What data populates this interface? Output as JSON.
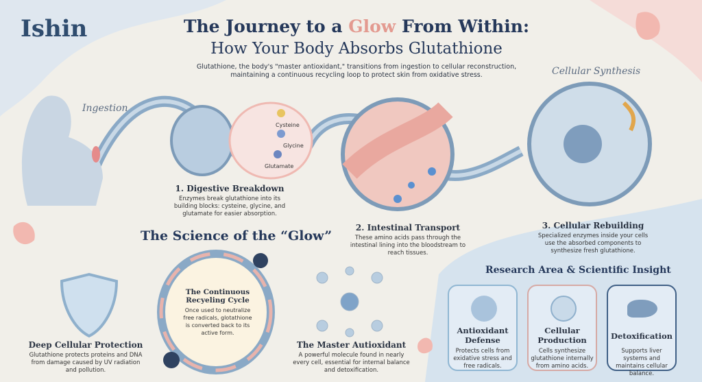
{
  "brand": "Ishin",
  "title": {
    "line1_pre": "The Journey to a ",
    "line1_glow": "Glow",
    "line1_post": " From Within:",
    "line2": "How Your Body Absorbs Glutathione"
  },
  "subtitle": "Glutathione, the body's \"master antioxidant,\" transitions from ingestion to cellular reconstruction, maintaining a continuous recycling loop to protect skin from oxidative stress.",
  "journey": {
    "ingestion_label": "Ingestion",
    "synthesis_label": "Cellular Synthesis",
    "amino_labels": [
      "Cysteine",
      "Glycine",
      "Glutamate"
    ],
    "steps": [
      {
        "title": "1. Digestive Breakdown",
        "text": "Enzymes break glutathione into its building blocks: cysteine, glycine, and glutamate for easier absorption."
      },
      {
        "title": "2. Intestinal Transport",
        "text": "These amino acids pass through the intestinal lining into the bloodstream to reach tissues."
      },
      {
        "title": "3. Cellular Rebuilding",
        "text": "Specialized enzymes inside your cells use the absorbed components to synthesize fresh glutathione."
      }
    ]
  },
  "science": {
    "heading": "The Science of the “Glow”",
    "items": [
      {
        "title": "Deep Cellular Protection",
        "text": "Glutathione protects proteins and DNA from damage caused by UV radiation and pollution."
      },
      {
        "title": "The Continuous Recyeling Cycle",
        "text": "Once used to neutralize free radicals, glotathione is converted back to its active form."
      },
      {
        "title": "The Master Autioxidant",
        "text": "A powerful molecule found in nearly every cell, essential for internal balance and detoxification."
      }
    ]
  },
  "research": {
    "heading": "Research Area & Scientific Insight",
    "cards": [
      {
        "title": "Antioxidant Defense",
        "text": "Protects cells from exidative stress and free radicals.",
        "border": "#8fb6d2"
      },
      {
        "title": "Cellular Production",
        "text": "Cells synthesize glutathione internally from amino acids.",
        "border": "#d6a9a4"
      },
      {
        "title": "Detoxification",
        "text": "Supports liver systems and maintains cellular balance.",
        "border": "#3f5f85"
      }
    ]
  }
}
